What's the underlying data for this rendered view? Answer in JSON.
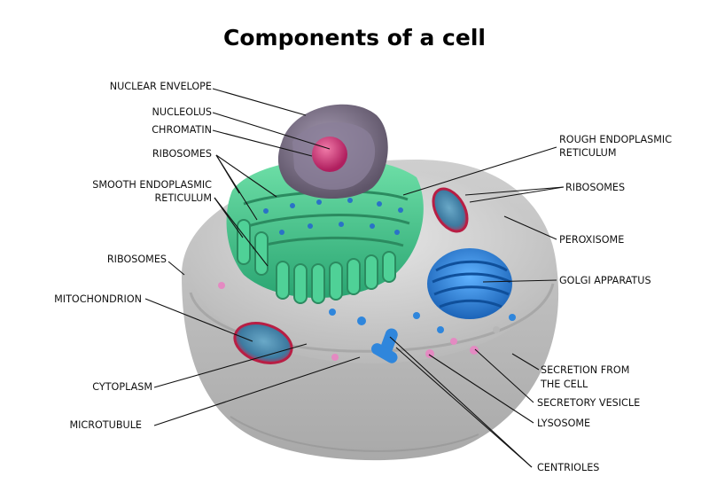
{
  "title": "Components of a cell",
  "labels": {
    "nuclear_envelope": "NUCLEAR ENVELOPE",
    "nucleolus": "NUCLEOLUS",
    "chromatin": "CHROMATIN",
    "ribosomes_left_top": "RIBOSOMES",
    "smooth_er_line1": "SMOOTH ENDOPLASMIC",
    "smooth_er_line2": "RETICULUM",
    "ribosomes_left": "RIBOSOMES",
    "mitochondrion": "MITOCHONDRION",
    "cytoplasm": "CYTOPLASM",
    "microtubule": "MICROTUBULE",
    "rough_er_line1": "ROUGH ENDOPLASMIC",
    "rough_er_line2": "RETICULUM",
    "ribosomes_right": "RIBOSOMES",
    "peroxisome": "PEROXISOME",
    "golgi": "GOLGI APPARATUS",
    "secretion_line1": "SECRETION FROM",
    "secretion_line2": "THE CELL",
    "secretory_vesicle": "SECRETORY VESICLE",
    "lysosome": "LYSOSOME",
    "centrioles": "CENTRIOLES"
  },
  "colors": {
    "cell_body": "#c9c9c9",
    "er_green": "#3fbf86",
    "nucleus_purple": "#7a6f88",
    "nucleolus_pink": "#d63a7a",
    "golgi_blue": "#2a7fd4",
    "mitochondrion_red": "#c8244a",
    "leader_line": "#111111"
  }
}
